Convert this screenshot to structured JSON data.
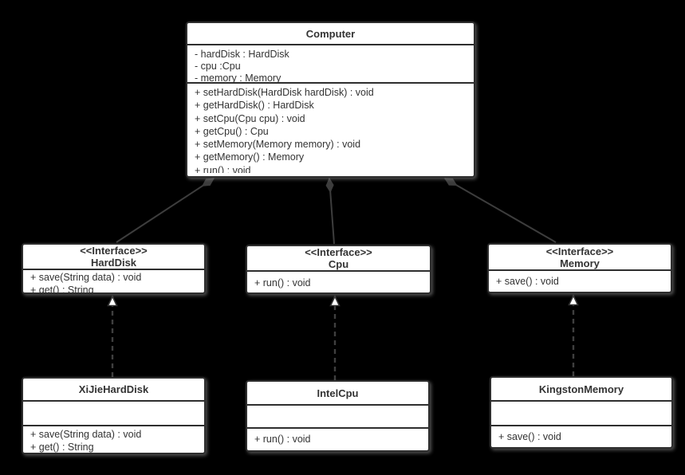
{
  "diagram": {
    "kind": "uml-class-diagram",
    "background_color": "#000000",
    "box_fill_color": "#ffffff",
    "box_border_color": "#2e2e2e",
    "connector_color": "#3d3d3d",
    "text_color": "#333333"
  },
  "classes": {
    "computer": {
      "title": "Computer",
      "fields": [
        "- hardDisk : HardDisk",
        "- cpu :Cpu",
        "- memory : Memory"
      ],
      "methods": [
        "+ setHardDisk(HardDisk hardDisk) : void",
        "+ getHardDisk() : HardDisk",
        "+ setCpu(Cpu cpu) : void",
        "+ getCpu() : Cpu",
        "+ setMemory(Memory memory) : void",
        "+ getMemory() : Memory",
        "+ run() : void"
      ]
    },
    "harddisk_interface": {
      "stereotype": "<<Interface>>",
      "title": "HardDisk",
      "methods": [
        "+ save(String data) : void",
        "+ get() : String"
      ]
    },
    "cpu_interface": {
      "stereotype": "<<Interface>>",
      "title": "Cpu",
      "methods": [
        "+ run() : void"
      ]
    },
    "memory_interface": {
      "stereotype": "<<Interface>>",
      "title": "Memory",
      "methods": [
        "+ save() : void"
      ]
    },
    "xijie_harddisk": {
      "title": "XiJieHardDisk",
      "methods": [
        "+ save(String data) : void",
        "+ get() : String"
      ]
    },
    "intel_cpu": {
      "title": "IntelCpu",
      "methods": [
        "+ run() : void"
      ]
    },
    "kingston_memory": {
      "title": "KingstonMemory",
      "methods": [
        "+ save() : void"
      ]
    }
  },
  "relationships": [
    {
      "from": "Computer",
      "to": "HardDisk",
      "type": "composition",
      "line": "solid",
      "marker": "filled-diamond-at-computer"
    },
    {
      "from": "Computer",
      "to": "Cpu",
      "type": "composition",
      "line": "solid",
      "marker": "filled-diamond-at-computer"
    },
    {
      "from": "Computer",
      "to": "Memory",
      "type": "composition",
      "line": "solid",
      "marker": "filled-diamond-at-computer"
    },
    {
      "from": "XiJieHardDisk",
      "to": "HardDisk",
      "type": "realization",
      "line": "dashed",
      "marker": "hollow-triangle-at-interface"
    },
    {
      "from": "IntelCpu",
      "to": "Cpu",
      "type": "realization",
      "line": "dashed",
      "marker": "hollow-triangle-at-interface"
    },
    {
      "from": "KingstonMemory",
      "to": "Memory",
      "type": "realization",
      "line": "dashed",
      "marker": "hollow-triangle-at-interface"
    }
  ]
}
